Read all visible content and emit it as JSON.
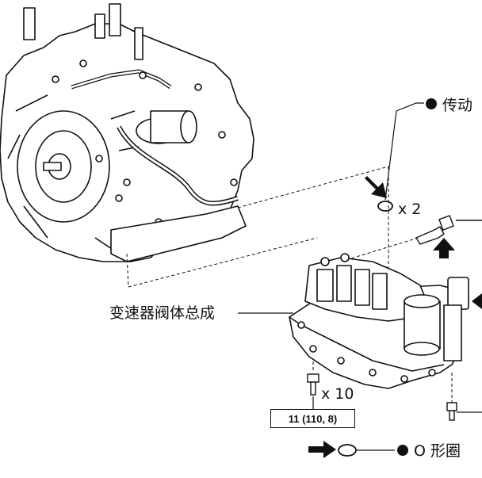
{
  "labels": {
    "transfer_gasket": "传动",
    "gasket_qty": "x 2",
    "valve_body_assembly": "变速器阀体总成",
    "bolt_qty": "x 10",
    "torque_spec": "11 (110, 8)",
    "o_ring": "O 形圈"
  },
  "colors": {
    "line": "#111111",
    "background": "#ffffff"
  },
  "icons": [
    "arrow-icon",
    "bullet-icon",
    "o-ring-icon",
    "bolt-icon"
  ]
}
